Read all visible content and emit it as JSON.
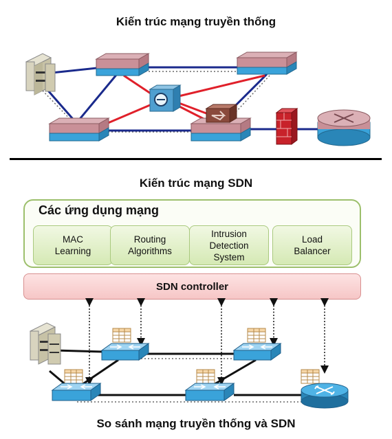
{
  "titles": {
    "traditional": "Kiến trúc mạng truyền thống",
    "sdn": "Kiến trúc mạng SDN",
    "caption": "So sánh mạng truyền thống và SDN"
  },
  "apps": {
    "title": "Các ứng dụng mạng",
    "items": [
      "MAC\nLearning",
      "Routing\nAlgorithms",
      "Intrusion\nDetection\nSystem",
      "Load\nBalancer"
    ]
  },
  "controller": "SDN controller",
  "colors": {
    "link_blue": "#1a2a8c",
    "link_red": "#e0202a",
    "switch_pink": "#c99098",
    "switch_blue": "#3aa3da",
    "app_green": "#d5e9b4",
    "controller_pink": "#f6c6c6"
  }
}
